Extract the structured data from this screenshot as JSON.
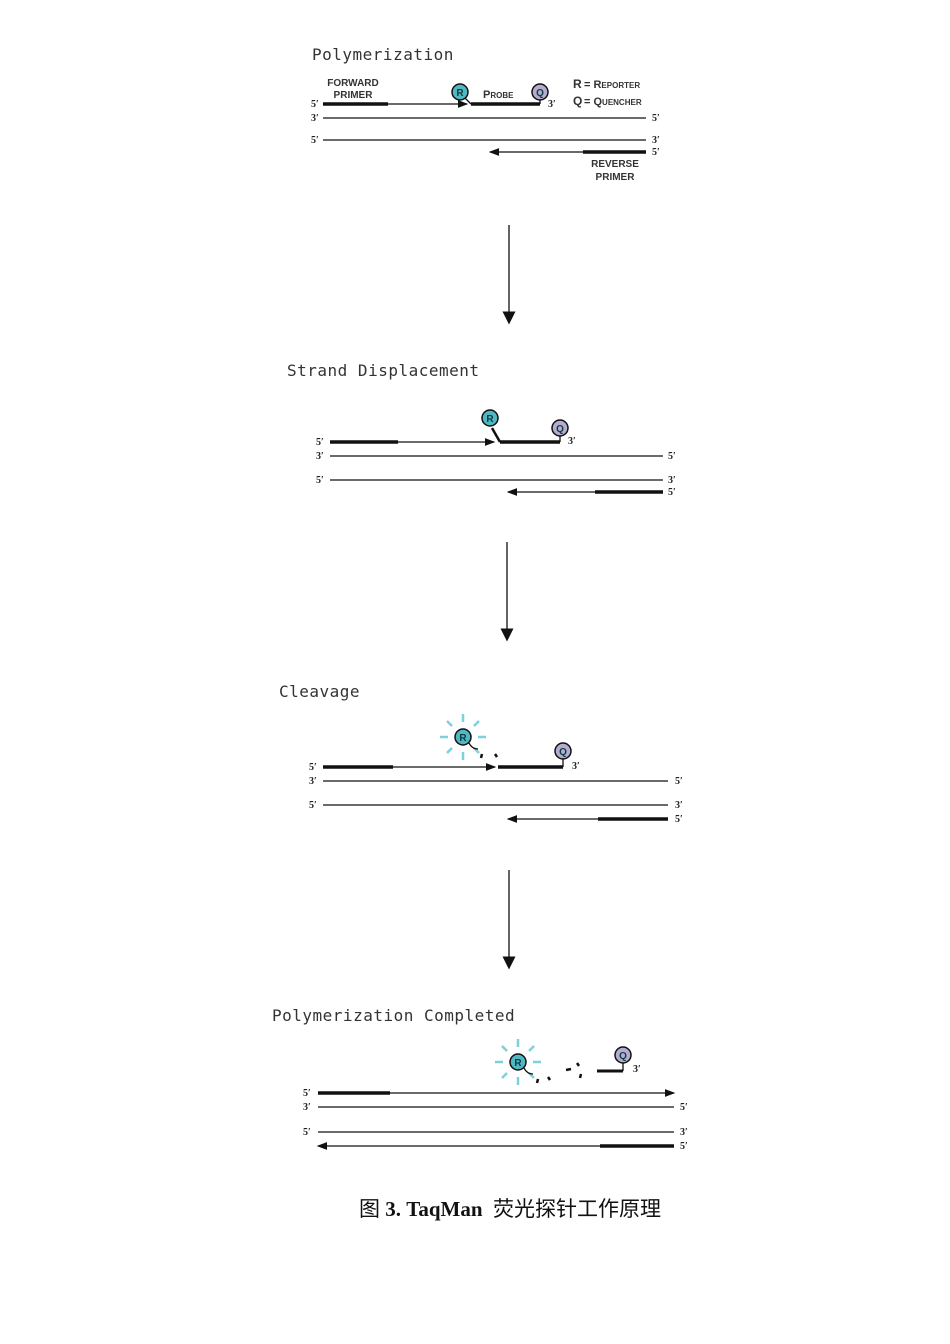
{
  "panels": [
    {
      "title": "Polymerization"
    },
    {
      "title": "Strand Displacement"
    },
    {
      "title": "Cleavage"
    },
    {
      "title": "Polymerization Completed"
    }
  ],
  "labels": {
    "five_prime": "5′",
    "three_prime": "3′",
    "forward_primer_1": "FORWARD",
    "forward_primer_2": "PRIMER",
    "reverse_primer_1": "REVERSE",
    "reverse_primer_2": "PRIMER",
    "probe": "Probe",
    "reporter_letter": "R",
    "quencher_letter": "Q",
    "legend_reporter_key": "R",
    "legend_reporter": "= Reporter",
    "legend_quencher_key": "Q",
    "legend_quencher": "= Quencher"
  },
  "colors": {
    "reporter": "#4fb8c4",
    "quencher": "#b6abd0",
    "glow": "#7fd0dc"
  },
  "caption": {
    "prefix": "图 ",
    "bold": "3. TaqMan",
    "suffix": "  荧光探针工作原理"
  }
}
